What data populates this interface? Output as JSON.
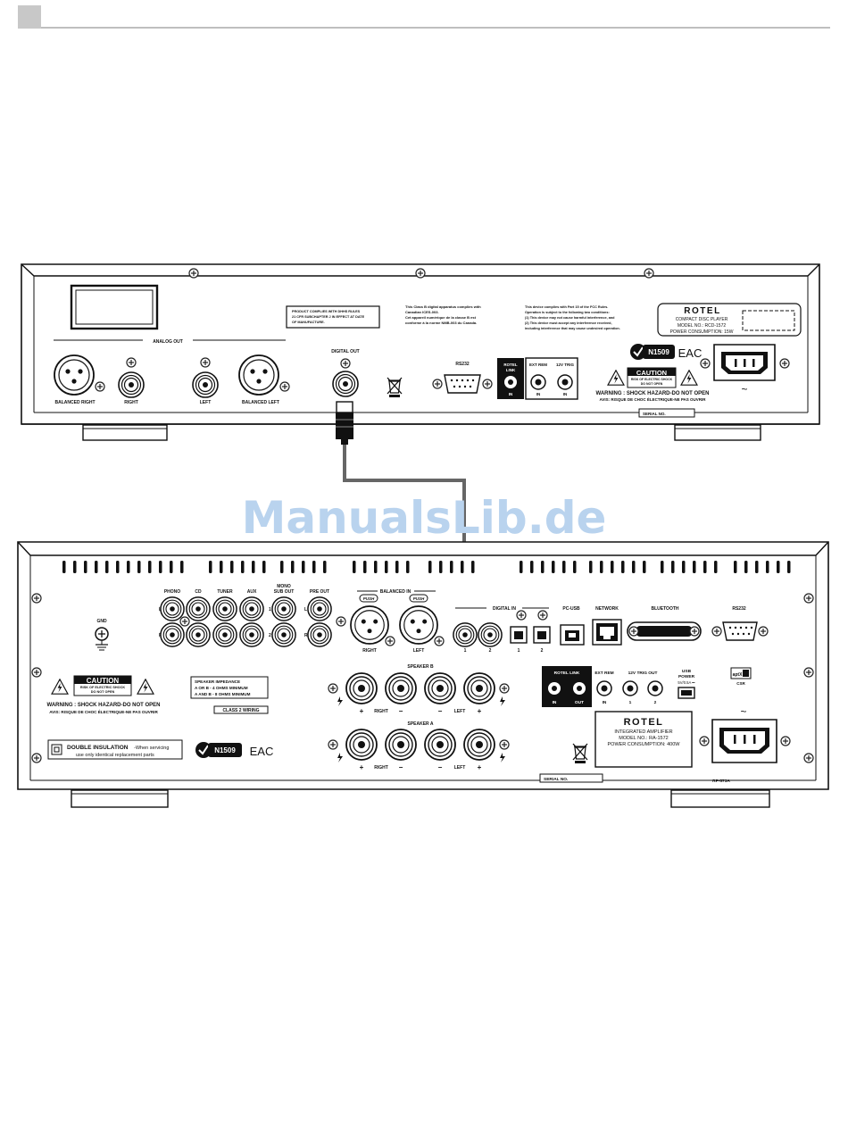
{
  "watermark": "ManualsLib.de",
  "cd_player": {
    "analog_out_label": "ANALOG OUT",
    "balanced_right": "BALANCED RIGHT",
    "right": "RIGHT",
    "left": "LEFT",
    "balanced_left": "BALANCED LEFT",
    "digital_out": "DIGITAL OUT",
    "dhhs_text": [
      "PRODUCT COMPLIES WITH DHHS RULES",
      "21 CFR SUBCHAPTER J IN EFFECT AT DATE",
      "OF MANUFACTURE."
    ],
    "class_b_text": [
      "This Class B digital apparatus complies with",
      "Canadian ICES-003.",
      "Cet appareil numérique de la classe B est",
      "conforme à la norme NMB-003 du Canada."
    ],
    "fcc_text": [
      "This device complies with Part 15 of the FCC Rules.",
      "Operation is subject to the following two conditions:",
      "(1) This device may not cause harmful interference, and",
      "(2) This device must accept any interference received,",
      "including interference that may cause undesired operation."
    ],
    "rs232": "RS232",
    "rotel_link": [
      "ROTEL",
      "LINK"
    ],
    "in": "IN",
    "ext_rem": "EXT REM",
    "trig_12v": "12V TRIG",
    "brand": "ROTEL",
    "model_info": [
      "COMPACT DISC PLAYER",
      "MODEL NO.: RCD-1572",
      "POWER CONSUMPTION: 15W"
    ],
    "n_mark": "N1509",
    "eac": "EAC",
    "caution": "CAUTION",
    "caution_sub": [
      "RISK OF ELECTRIC SHOCK",
      "DO NOT OPEN"
    ],
    "warning": "WARNING : SHOCK HAZARD-DO NOT OPEN",
    "avis": "AVIS: RISQUE DE CHOC ÉLECTRIQUE-NE PAS OUVRIR",
    "serial": "SERIAL NO.",
    "ac_symbol": "~"
  },
  "amplifier": {
    "phono": "PHONO",
    "cd": "CD",
    "tuner": "TUNER",
    "aux": "AUX",
    "mono_sub_out": [
      "MONO",
      "SUB OUT"
    ],
    "pre_out": "PRE OUT",
    "balanced_in": "BALANCED IN",
    "push": "PUSH",
    "right": "RIGHT",
    "left": "LEFT",
    "digital_in": "DIGITAL IN",
    "pc_usb": "PC-USB",
    "network": "NETWORK",
    "bluetooth": "BLUETOOTH",
    "rs232": "RS232",
    "gnd": "GND",
    "l": "L",
    "r": "R",
    "n1": "1",
    "n2": "2",
    "caution": "CAUTION",
    "caution_sub": [
      "RISK OF ELECTRIC SHOCK",
      "DO NOT OPEN"
    ],
    "warning": "WARNING : SHOCK HAZARD-DO NOT OPEN",
    "avis": "AVIS: RISQUE DE CHOC ÉLECTRIQUE-NE PAS OUVRIR",
    "speaker_impedance": [
      "SPEAKER IMPEDANCE",
      "A  OR  B - 4 OHMS MINIMUM",
      "A AND B - 8 OHMS MINIMUM"
    ],
    "class2": "CLASS 2 WIRING",
    "speaker_b": "SPEAKER B",
    "speaker_a": "SPEAKER A",
    "plus": "+",
    "minus": "−",
    "rotel_link": "ROTEL LINK",
    "in": "IN",
    "out": "OUT",
    "ext_rem": "EXT REM",
    "trig_out": "12V TRIG OUT",
    "usb_power": [
      "USB",
      "POWER"
    ],
    "usb_rating": "5V/0.5A ⎓",
    "aptx": "aptX",
    "csr": "CSR",
    "double_insulation": "DOUBLE INSULATION",
    "double_insulation_rest": "-When servicing",
    "replacement": "use only identical replacement parts",
    "n_mark": "N1509",
    "eac": "EAC",
    "brand": "ROTEL",
    "model_info": [
      "INTEGRATED AMPLIFIER",
      "MODEL NO.: RA-1572",
      "POWER CONSUMPTION: 400W"
    ],
    "serial": "SERIAL NO.",
    "rp_code": "RP-573A",
    "ac_symbol": "~"
  }
}
